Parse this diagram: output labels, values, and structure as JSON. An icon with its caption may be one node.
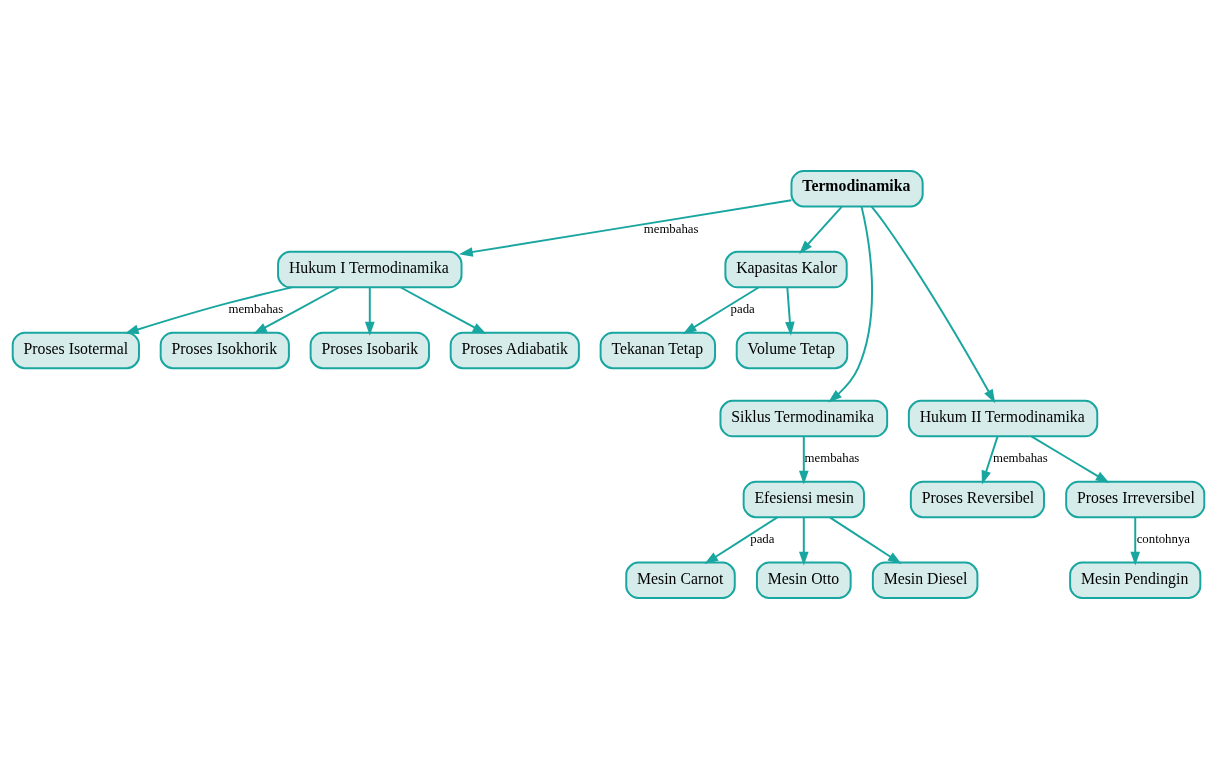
{
  "diagram": {
    "nodes": [
      {
        "text": [
          "Termodinamika"
        ]
      },
      {
        "text": [
          "Hukum I Termodinamika"
        ]
      },
      {
        "text": [
          "Kapasitas Kalor"
        ]
      },
      {
        "text": [
          "Proses Isotermal"
        ]
      },
      {
        "text": [
          "Proses Isokhorik"
        ]
      },
      {
        "text": [
          "Proses Isobarik"
        ]
      },
      {
        "text": [
          "Proses Adiabatik"
        ]
      },
      {
        "text": [
          "Tekanan Tetap"
        ]
      },
      {
        "text": [
          "Volume Tetap"
        ]
      },
      {
        "text": [
          "Siklus Termodinamika"
        ]
      },
      {
        "text": [
          "Hukum II Termodinamika"
        ]
      },
      {
        "text": [
          "Efesiensi mesin"
        ]
      },
      {
        "text": [
          "Mesin Carnot"
        ]
      },
      {
        "text": [
          "Mesin Otto"
        ]
      },
      {
        "text": [
          "Mesin Diesel"
        ]
      },
      {
        "text": [
          "Proses Reversibel"
        ]
      },
      {
        "text": [
          "Proses Irreversibel"
        ]
      },
      {
        "text": [
          "Mesin Pendingin"
        ]
      }
    ],
    "edges": [
      {
        "from": 0,
        "to": 1,
        "arrow": "to",
        "label": "membahas"
      },
      {
        "from": 0,
        "to": 2,
        "arrow": "to"
      },
      {
        "from": 0,
        "to": 9,
        "arrow": "to"
      },
      {
        "from": 0,
        "to": 10,
        "arrow": "to"
      },
      {
        "from": 1,
        "to": 3,
        "arrow": "to",
        "label": "membahas"
      },
      {
        "from": 1,
        "to": 4,
        "arrow": "to"
      },
      {
        "from": 1,
        "to": 5,
        "arrow": "to"
      },
      {
        "from": 1,
        "to": 6,
        "arrow": "to"
      },
      {
        "from": 2,
        "to": 7,
        "arrow": "to",
        "label": "pada"
      },
      {
        "from": 2,
        "to": 8,
        "arrow": "to"
      },
      {
        "from": 9,
        "to": 11,
        "arrow": "to",
        "label": "membahas"
      },
      {
        "from": 11,
        "to": 12,
        "arrow": "to",
        "label": "pada"
      },
      {
        "from": 11,
        "to": 13,
        "arrow": "to"
      },
      {
        "from": 11,
        "to": 14,
        "arrow": "to"
      },
      {
        "from": 10,
        "to": 15,
        "arrow": "to",
        "label": "membahas"
      },
      {
        "from": 10,
        "to": 16,
        "arrow": "to"
      },
      {
        "from": 16,
        "to": 17,
        "arrow": "to",
        "label": "contohnya"
      }
    ]
  }
}
